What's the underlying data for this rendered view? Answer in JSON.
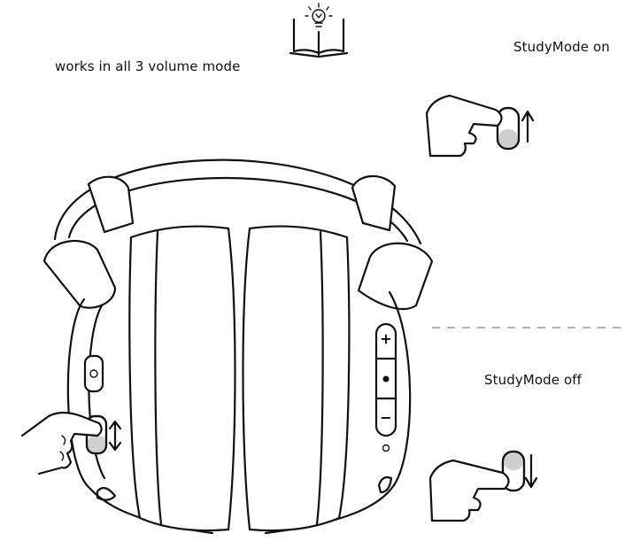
{
  "labels": {
    "volume_note": "works in all 3 volume mode",
    "studymode_on": "StudyMode on",
    "studymode_off": "StudyMode off"
  },
  "controls": {
    "volume_up": "+",
    "volume_down": "−"
  },
  "icons": [
    "lightbulb-book-icon",
    "hand-pointer-icon",
    "slide-switch-icon",
    "arrow-up-icon",
    "arrow-down-icon"
  ],
  "colors": {
    "line": "#111111",
    "switch_knob": "#cfcfcf",
    "divider": "#9a9a9a"
  }
}
